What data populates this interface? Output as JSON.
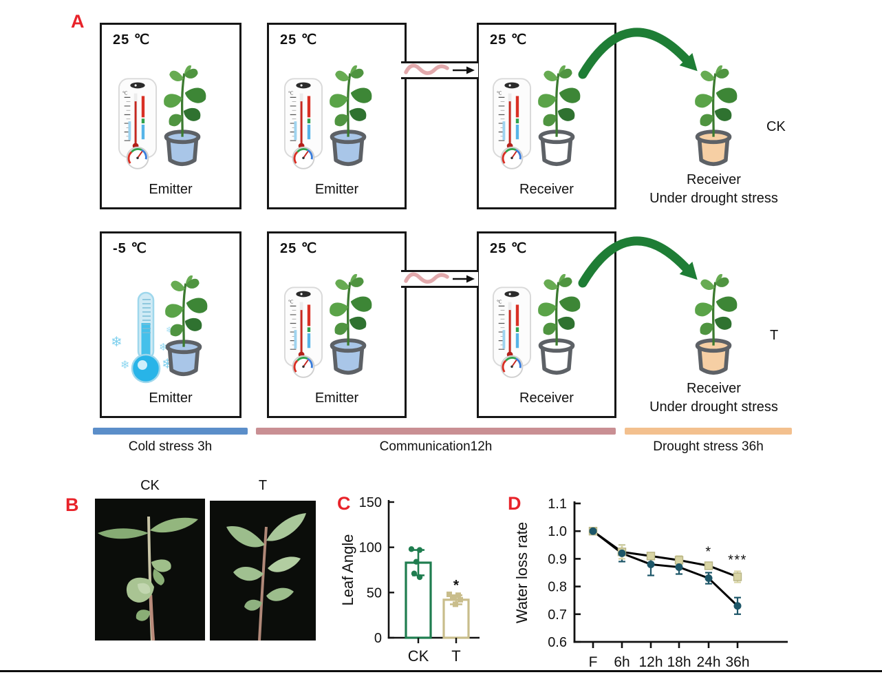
{
  "figure": {
    "panels": {
      "a": "A",
      "b": "B",
      "c": "C",
      "d": "D"
    }
  },
  "panel_a": {
    "rows": [
      {
        "group_label": "CK",
        "chambers": [
          {
            "temp": "25 ℃",
            "role": "Emitter"
          },
          {
            "temp": "25 ℃",
            "role": "Emitter"
          },
          {
            "temp": "25 ℃",
            "role": "Receiver"
          }
        ],
        "outcome": {
          "title": "Receiver",
          "subtitle": "Under drought stress"
        }
      },
      {
        "group_label": "T",
        "chambers": [
          {
            "temp": "-5 ℃",
            "role": "Emitter"
          },
          {
            "temp": "25 ℃",
            "role": "Emitter"
          },
          {
            "temp": "25 ℃",
            "role": "Receiver"
          }
        ],
        "outcome": {
          "title": "Receiver",
          "subtitle": "Under drought stress"
        }
      }
    ],
    "timeline": [
      {
        "label": "Cold stress 3h",
        "color": "#5b8ec9"
      },
      {
        "label": "Communication12h",
        "color": "#c98f93"
      },
      {
        "label": "Drought stress 36h",
        "color": "#f3c08e"
      }
    ]
  },
  "panel_b": {
    "photos": [
      {
        "label": "CK"
      },
      {
        "label": "T"
      }
    ]
  },
  "chart_data": [
    {
      "id": "leaf_angle",
      "type": "bar",
      "title": "",
      "xlabel": "",
      "ylabel": "Leaf Angle",
      "categories": [
        "CK",
        "T"
      ],
      "values": [
        83,
        42
      ],
      "errors": [
        14,
        5
      ],
      "points": [
        [
          98,
          97,
          84,
          71,
          67
        ],
        [
          48,
          47,
          44,
          42,
          37
        ]
      ],
      "bar_colors": [
        "#1f7d4f",
        "#c9bd8b"
      ],
      "ylim": [
        0,
        150
      ],
      "yticks": [
        0,
        50,
        100,
        150
      ],
      "grid": false,
      "legend": "none",
      "annotations": [
        {
          "category": "T",
          "text": "*"
        }
      ]
    },
    {
      "id": "water_loss",
      "type": "line",
      "title": "",
      "xlabel": "",
      "ylabel": "Water loss rate",
      "x": [
        "F",
        "6h",
        "12h",
        "18h",
        "24h",
        "36h"
      ],
      "series": [
        {
          "name": "CK",
          "marker": "circle",
          "color": "#1d5668",
          "values": [
            1.0,
            0.92,
            0.88,
            0.87,
            0.83,
            0.73
          ],
          "errors": [
            0,
            0.03,
            0.04,
            0.025,
            0.02,
            0.03
          ]
        },
        {
          "name": "T",
          "marker": "square",
          "color": "#d8d4a4",
          "values": [
            1.0,
            0.925,
            0.91,
            0.895,
            0.875,
            0.835
          ],
          "errors": [
            0,
            0.025,
            0.012,
            0.015,
            0.01,
            0.02
          ]
        }
      ],
      "ylim": [
        0.6,
        1.1
      ],
      "yticks": [
        0.6,
        0.7,
        0.8,
        0.9,
        1.0,
        1.1
      ],
      "grid": false,
      "legend": "none",
      "annotations": [
        {
          "x": "24h",
          "text": "*"
        },
        {
          "x": "36h",
          "text": "***"
        }
      ]
    }
  ],
  "colors": {
    "accent_red": "#e8232a",
    "chamber_border": "#161616",
    "pot_blue": "#a9c6e8",
    "pot_white": "#ffffff",
    "pot_peach": "#f6cfa4",
    "arrow_green": "#1e7d35",
    "wave_pink": "#e2a9ac"
  }
}
